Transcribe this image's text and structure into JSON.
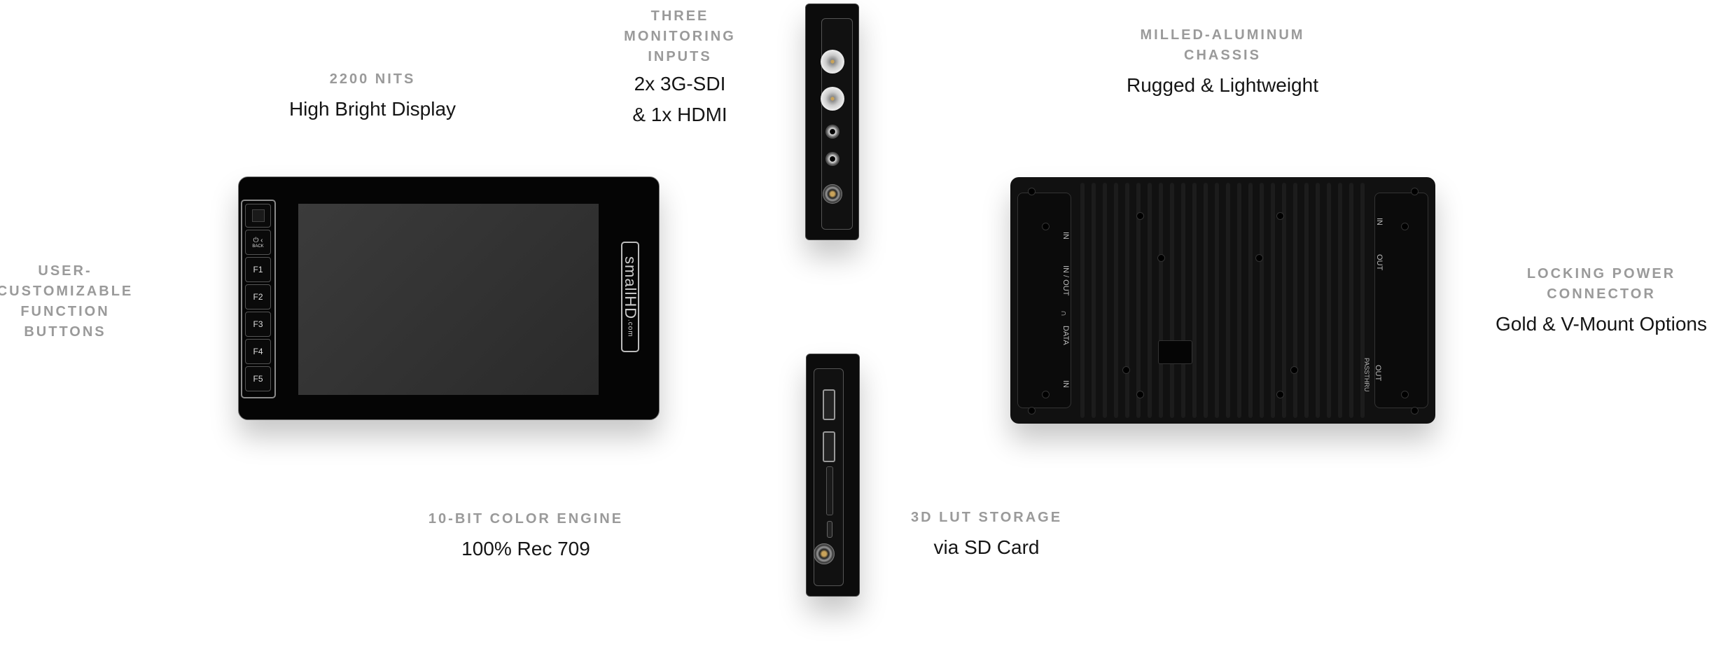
{
  "features": [
    {
      "id": "brightness",
      "caption": [
        "2200 NITS"
      ],
      "body": [
        "High Bright Display"
      ]
    },
    {
      "id": "inputs",
      "caption": [
        "THREE",
        "MONITORING",
        "INPUTS"
      ],
      "body": [
        "2x 3G-SDI",
        "& 1x HDMI"
      ]
    },
    {
      "id": "chassis",
      "caption": [
        "MILLED-ALUMINUM",
        "CHASSIS"
      ],
      "body": [
        "Rugged & Lightweight"
      ]
    },
    {
      "id": "buttons",
      "caption": [
        "USER-",
        "CUSTOMIZABLE",
        "FUNCTION",
        "BUTTONS"
      ],
      "body": []
    },
    {
      "id": "power",
      "caption": [
        "LOCKING POWER",
        "CONNECTOR"
      ],
      "body": [
        "Gold & V-Mount Options"
      ]
    },
    {
      "id": "color",
      "caption": [
        "10-BIT COLOR ENGINE"
      ],
      "body": [
        "100% Rec 709"
      ]
    },
    {
      "id": "lut",
      "caption": [
        "3D LUT STORAGE"
      ],
      "body": [
        "via SD Card"
      ]
    }
  ],
  "front_device": {
    "back_button": "BACK",
    "function_buttons": [
      "F1",
      "F2",
      "F3",
      "F4",
      "F5"
    ],
    "logo": "smallHD",
    "logo_suffix": ".com"
  },
  "back_device": {
    "left_labels": [
      "IN",
      "IN / OUT",
      "DATA",
      "IN"
    ],
    "right_labels": [
      "IN",
      "OUT",
      "PASSTHRU",
      "OUT"
    ]
  }
}
